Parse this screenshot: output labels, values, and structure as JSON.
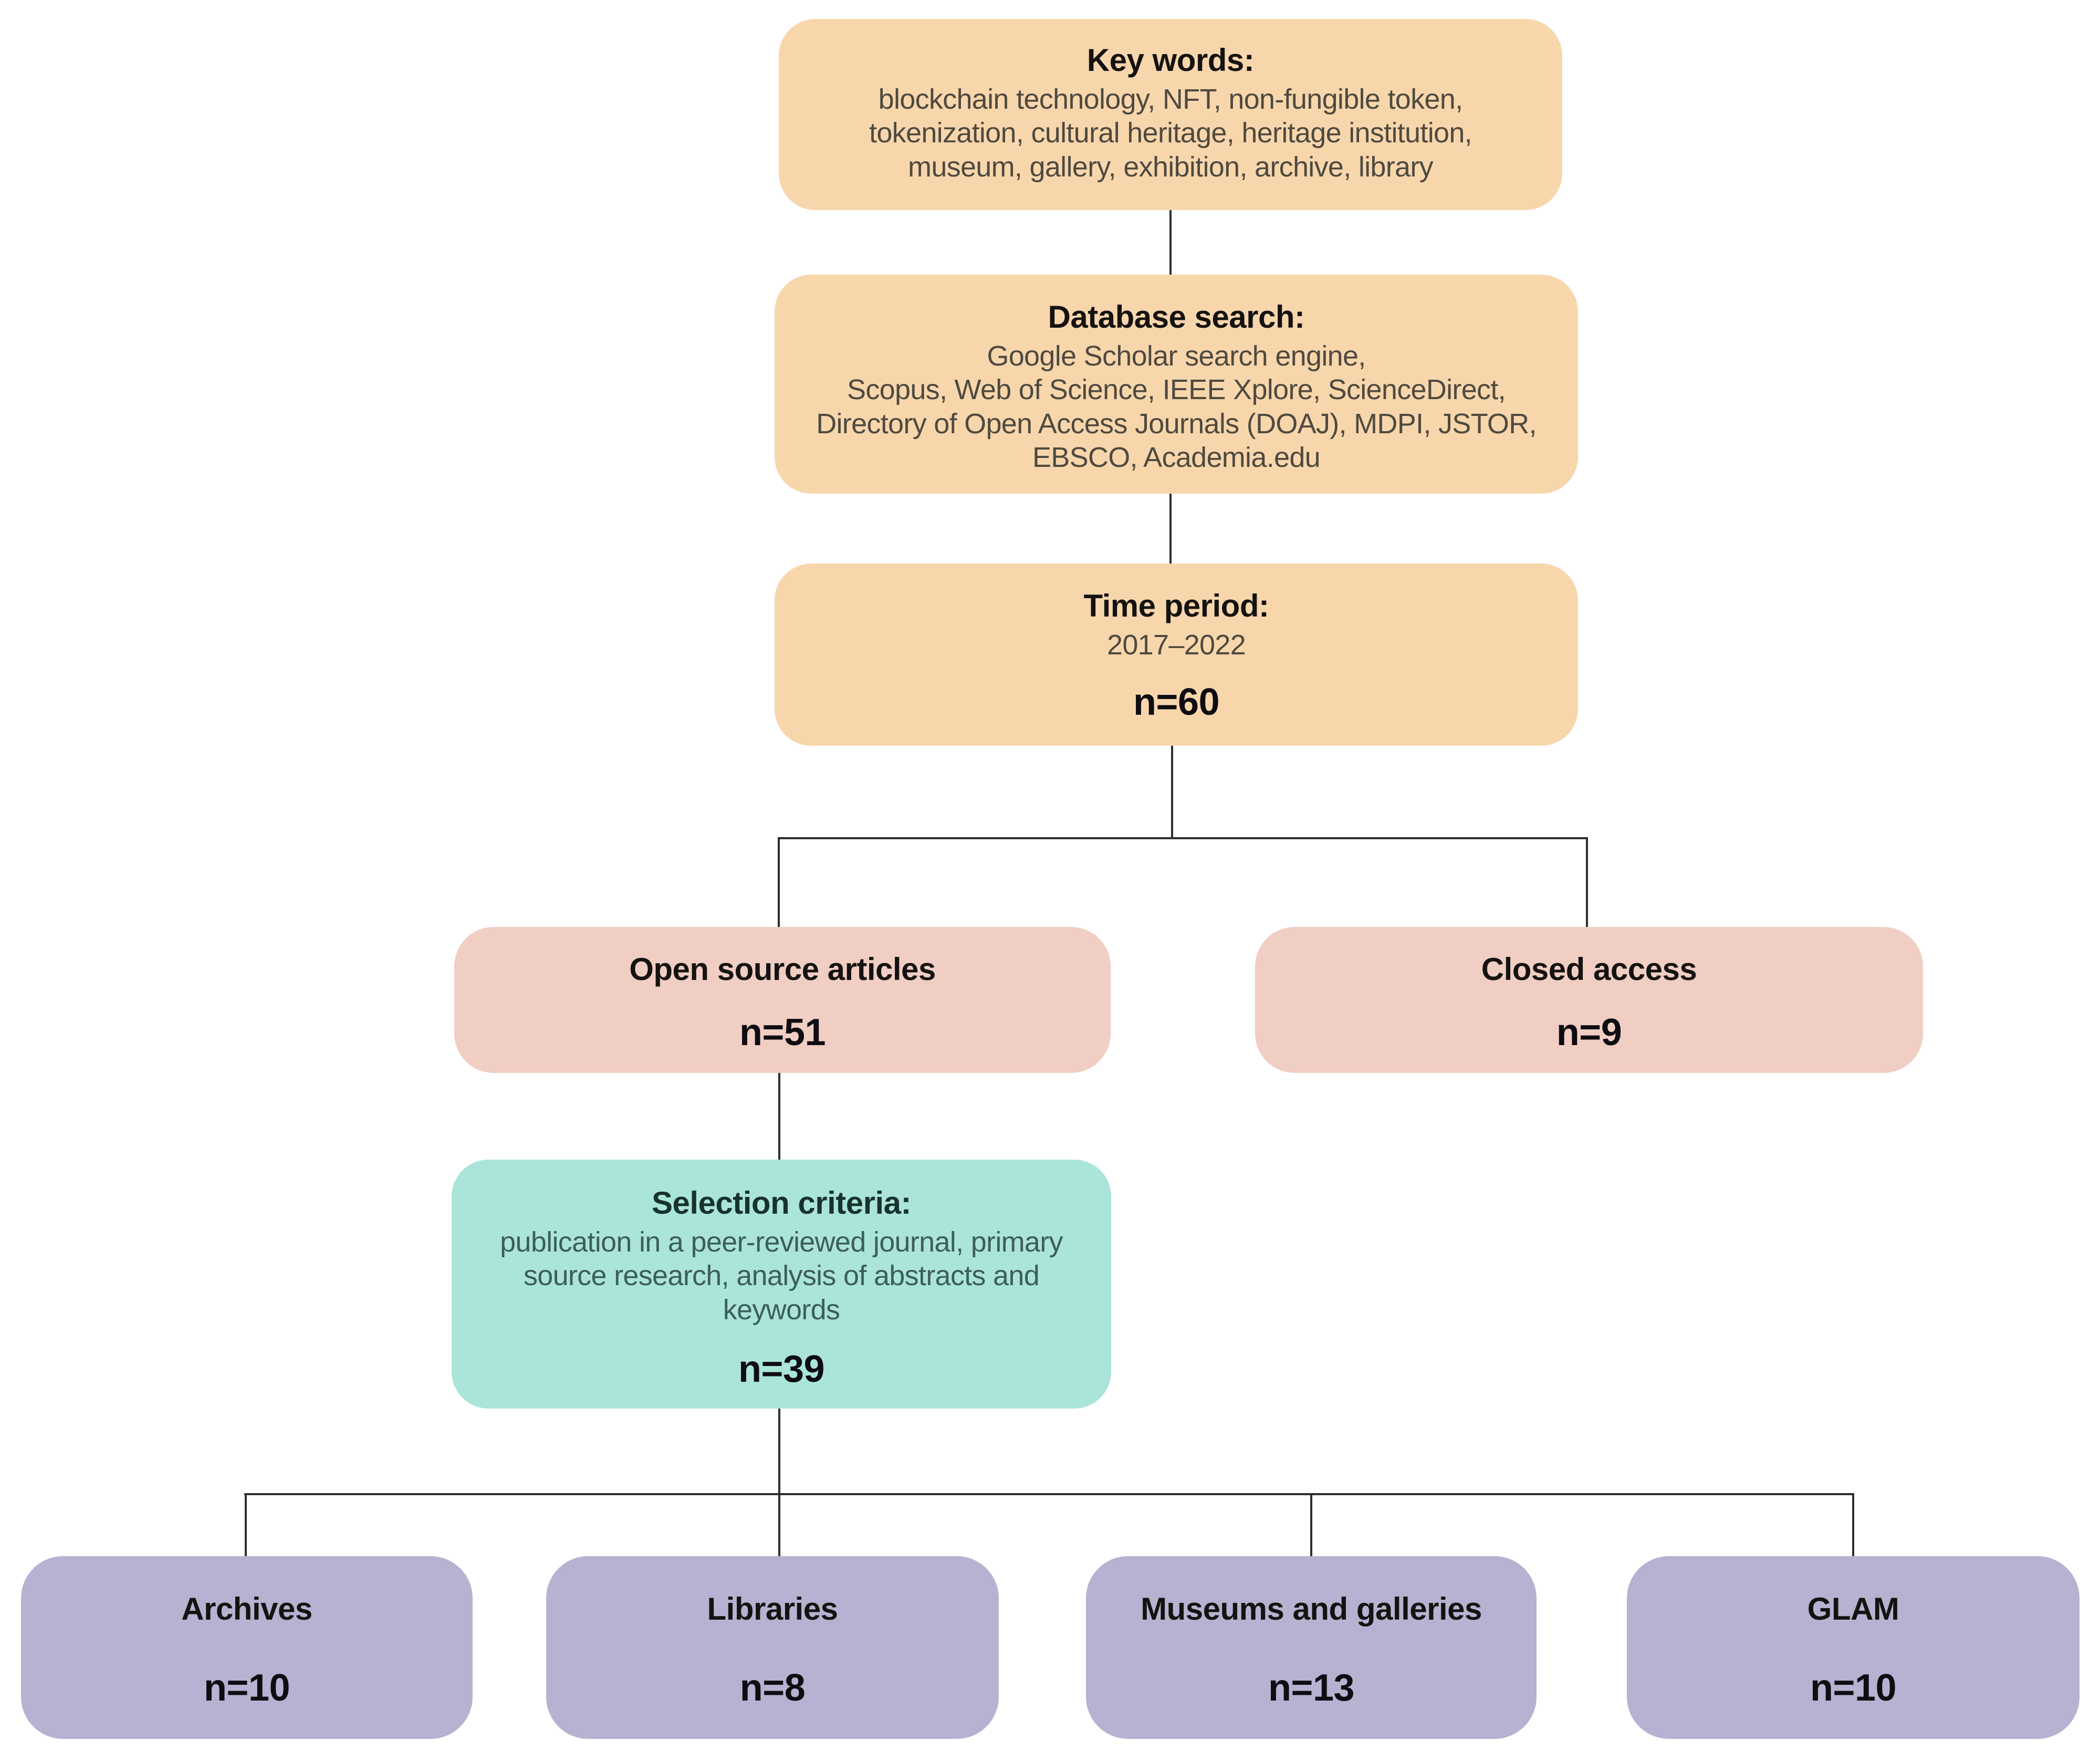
{
  "colors": {
    "box_orange": "#f8d6ac",
    "box_pink": "#f1cec3",
    "box_teal": "#abe5da",
    "box_purple": "#b6b2d1",
    "connector": "#2e2e2e",
    "heading_text": "#151311",
    "orange_body_text": "#4e4a3f",
    "teal_heading_text": "#17332e",
    "teal_body_text": "#3c5f58",
    "count_text": "#0e0d12",
    "background": "#ffffff"
  },
  "boxes": {
    "keywords": {
      "heading": "Key words:",
      "body": "blockchain technology, NFT, non-fungible token,\ntokenization, cultural heritage, heritage institution,\nmuseum, gallery, exhibition, archive, library"
    },
    "database": {
      "heading": "Database search:",
      "body": "Google Scholar search engine,\nScopus, Web of Science, IEEE Xplore, ScienceDirect,\nDirectory of Open Access Journals (DOAJ), MDPI, JSTOR,\nEBSCO, Academia.edu"
    },
    "timeperiod": {
      "heading": "Time period:",
      "body": "2017–2022",
      "count": "n=60"
    },
    "opensource": {
      "heading": "Open source articles",
      "count": "n=51"
    },
    "closedaccess": {
      "heading": "Closed access",
      "count": "n=9"
    },
    "selection": {
      "heading": "Selection criteria:",
      "body": "publication in a peer-reviewed journal, primary\nsource research, analysis of abstracts and\nkeywords",
      "count": "n=39"
    },
    "archives": {
      "heading": "Archives",
      "count": "n=10"
    },
    "libraries": {
      "heading": "Libraries",
      "count": "n=8"
    },
    "museums": {
      "heading": "Museums and galleries",
      "count": "n=13"
    },
    "glam": {
      "heading": "GLAM",
      "count": "n=10"
    }
  }
}
